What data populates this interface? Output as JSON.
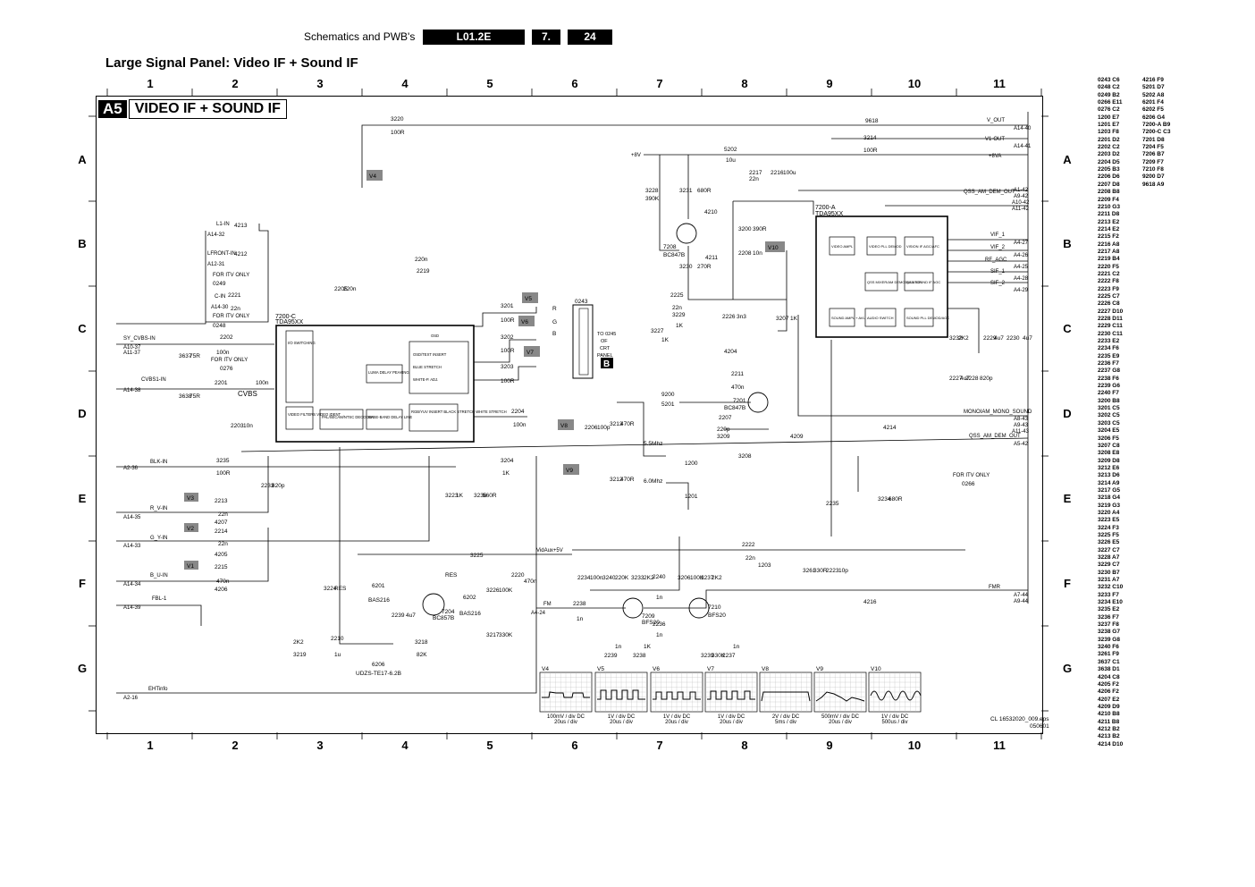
{
  "header": {
    "section": "Schematics and PWB's",
    "model": "L01.2E",
    "chapter": "7.",
    "page": "24"
  },
  "page_title": "Large Signal Panel: Video IF + Sound IF",
  "diagram": {
    "code": "A5",
    "title": "VIDEO IF + SOUND IF",
    "footer_ref": "CL 16532020_009.eps",
    "footer_date": "050601"
  },
  "grid": {
    "columns": [
      "1",
      "2",
      "3",
      "4",
      "5",
      "6",
      "7",
      "8",
      "9",
      "10",
      "11"
    ],
    "rows": [
      "A",
      "B",
      "C",
      "D",
      "E",
      "F",
      "G"
    ]
  },
  "ics": {
    "ic_7200c": {
      "ref": "7200-C",
      "type": "TDA95XX",
      "blocks": {
        "io": "I/O SWITCHING",
        "luma": "LUMA DELAY PEAKING",
        "osd": "OSD",
        "osdtext": "OSD/TEXT INSERT",
        "blue": "BLUE STRETCH",
        "white": "WHITE-P. ADJ.",
        "vfilters": "VIDEO FILTERS VIDEO IDENT",
        "pal": "PAL/SECAM/NTSC DECODER",
        "baseband": "BASE-BAND DELAY LINE",
        "rgb": "RGB/YUV INSERT BLACK STRETCH WHITE STRETCH"
      }
    },
    "ic_7200a": {
      "ref": "7200-A",
      "type": "TDA95XX",
      "blocks": {
        "vamp": "VIDEO AMPL",
        "vpll": "VIDEO PLL DEMOD",
        "vision": "VISION IF AGC/AFC",
        "qssdemod": "QSS MIXER/AM DEMODULATOR",
        "qssif": "QSS SOUND IF AGC",
        "sndampl": "SOUND AMPL + AVL",
        "audsw": "AUDIO SWITCH",
        "sndpll": "SOUND PLL DEMOD/AGC"
      }
    }
  },
  "components": {
    "r3220": "3220",
    "r3220v": "100R",
    "r9618": "9618",
    "r3214": "3214",
    "r3214v": "100R",
    "l5202": "5202",
    "l5202v": "10u",
    "c2217": "2217",
    "c2217v": "22n",
    "c2216": "2216",
    "c2216v": "100u",
    "r3228": "3228",
    "r3228v": "390K",
    "r3231": "3231",
    "r3231v": "680R",
    "x4210": "4210",
    "t7208": "7208",
    "t7208v": "BC847B",
    "x4211": "4211",
    "r3230": "3230",
    "r3230v": "270R",
    "r3200": "3200",
    "r3200v": "390R",
    "c2208": "2208",
    "c2208v": "10n",
    "c2225": "2225",
    "c2225v": "22n",
    "r3229": "3229",
    "r3229v": "1K",
    "r3227": "3227",
    "r3227v": "1K",
    "c2226": "2226",
    "c2226v": "3n3",
    "r3207": "3207",
    "r3207v": "1K",
    "x4204": "4204",
    "c2211": "2211",
    "c2211v": "470n",
    "x9200": "9200",
    "l5201": "5201",
    "t7201": "7201",
    "t7201v": "BC847B",
    "c2207": "2207",
    "c2207v": "220p",
    "r3209": "3209",
    "x4209": "4209",
    "x4214": "4214",
    "r3208": "3208",
    "f1200": "1200",
    "f1200v": "5.5Mhz",
    "f1201": "1201",
    "f1201v": "6.0Mhz",
    "c2206": "2206",
    "c2206v": "100p",
    "r3213": "3213",
    "r3213v": "470R",
    "r3212": "3212",
    "r3212v": "470R",
    "c2229": "2229",
    "c2229v": "4u7",
    "c2230": "2230",
    "c2230v": "4u7",
    "r3232": "3232",
    "r3232v": "2K2",
    "c2227": "2227",
    "c2227v": "4u7",
    "c2228": "2228",
    "c2228v": "820p",
    "r3234": "3234",
    "r3234v": "680R",
    "x0266": "0266",
    "c2235": "2235",
    "x4213": "4213",
    "x4212": "4212",
    "x0249": "0249",
    "c2221": "2221",
    "c2221v": "22n",
    "x0248": "0248",
    "r3637": "3637",
    "r3637v": "75R",
    "c2202": "2202",
    "c2202v": "100n",
    "x0276": "0276",
    "c2201": "2201",
    "c2201v": "100n",
    "r3638": "3638",
    "r3638v": "75R",
    "c2205": "2205",
    "c2205v": "220n",
    "c2219": "2219",
    "c2219v": "220n",
    "r3201": "3201",
    "r3201v": "100R",
    "r3202": "3202",
    "r3202v": "100R",
    "r3203": "3203",
    "r3203v": "100R",
    "x0243": "0243",
    "c2204": "2204",
    "c2204v": "100n",
    "c2203": "2203",
    "c2203v": "10n",
    "r3235": "3235",
    "r3235v": "100R",
    "r3204": "3204",
    "r3204v": "1K",
    "c2233": "2233",
    "c2233v": "820p",
    "r3223": "3223",
    "r3223v": "1K",
    "r3236": "3236",
    "r3236v": "560R",
    "c2213": "2213",
    "c2213v": "22n",
    "x4207": "4207",
    "c2214": "2214",
    "c2214v": "22n",
    "x4205": "4205",
    "c2215": "2215",
    "c2215v": "470n",
    "x4206": "4206",
    "r3225": "3225",
    "r3224": "3224",
    "r3224v": "RES",
    "r3226": "3226",
    "r3226v": "100K",
    "c2220": "2220",
    "c2220v": "470n",
    "d6201": "6201",
    "d6201v": "BAS216",
    "c2239b": "2239",
    "c2239bv": "4u7",
    "t7204": "7204",
    "t7204v": "BC857B",
    "d6202": "6202",
    "d6202v": "BAS216",
    "r3217": "3217",
    "r3217v": "330K",
    "r3219": "3219",
    "r3219v": "2K2",
    "c2210": "2210",
    "c2210v": "1u",
    "r3218": "3218",
    "r3218v": "82K",
    "d6206": "6206",
    "d6206v": "UDZS-TE17-6.2B",
    "c2234": "2234",
    "c2234v": "100n",
    "r3240": "3240",
    "r3240v": "220K",
    "r3233": "3233",
    "r3233v": "2K2",
    "t7209": "7209",
    "t7209v": "BFS20",
    "c2240": "2240",
    "c2240v": "1n",
    "c2236": "2236",
    "c2236v": "1n",
    "r3206": "3206",
    "r3206v": "100K",
    "r3237": "3237",
    "r3237v": "2K2",
    "t7210": "7210",
    "t7210v": "BFS20",
    "c2238": "2238",
    "c2238v": "1n",
    "c2239": "2239",
    "c2239v": "1n",
    "r3238": "3238",
    "r3238v": "1K",
    "r3239": "3239",
    "r3239v": "330K",
    "c2237": "2237",
    "c2237v": "1n",
    "c2222": "2222",
    "c2222v": "22n",
    "f1203": "1203",
    "r3261": "3261",
    "r3261v": "330R",
    "c2223": "2223",
    "c2223v": "10p",
    "x4216": "4216"
  },
  "nets": {
    "vout": "V_OUT",
    "a1440": "A14-40",
    "v1out": "V1-OUT",
    "a1441": "A14-41",
    "p8va": "+8VA",
    "p8v": "+8V",
    "qss_out": "QSS_AM_DEM_OUT",
    "a142": "A1-42",
    "a942": "A9-42",
    "a1042": "A10-42",
    "a1142": "A11-42",
    "vif1": "VIF_1",
    "vif2": "VIF_2",
    "rfagc": "RF_AGC",
    "sif1": "SIF_1",
    "sif2": "SIF_2",
    "a427": "A4-27",
    "a426": "A4-26",
    "a425": "A4-25",
    "a428": "A4-28",
    "a429": "A4-29",
    "mono": "MONOIAM_MONO_SOUND",
    "a843": "A8-43",
    "a943": "A9-43",
    "a1143": "A11-43",
    "qss_out2": "QSS_AM_DEM_OUT",
    "a542": "A5-42",
    "fmr": "FMR",
    "a744": "A7-44",
    "a944": "A9-44",
    "l1in": "L1-IN",
    "a1432": "A14-32",
    "lfront": "LFRONT-IN",
    "a1231": "A12-31",
    "cin": "C-IN",
    "a1430": "A14-30",
    "foritv": "FOR ITV ONLY",
    "sycvbs": "SY_CVBS-IN",
    "a1037": "A10-37",
    "a1137": "A11-37",
    "cvbs1": "CVBS1-IN",
    "a1438": "A14-38",
    "cvbs": "CVBS",
    "blkin": "BLK-IN",
    "a236": "A2-36",
    "rvin": "R_V-IN",
    "a1435": "A14-35",
    "gyin": "G_Y-IN",
    "a1433": "A14-33",
    "buin": "B_U-IN",
    "a1434": "A14-34",
    "fbl1": "FBL-1",
    "a1439": "A14-39",
    "ehtinfo": "EHTinfo",
    "a216": "A2-16",
    "res": "RES",
    "vidaux": "VidAux+5V",
    "fm": "FM",
    "a424": "A4-24",
    "r": "R",
    "g": "G",
    "b": "B",
    "to0245": "TO 0245",
    "of": "OF",
    "crt": "CRT",
    "panel": "PANEL",
    "panelb": "B"
  },
  "probe_points": [
    "V1",
    "V2",
    "V3",
    "V4",
    "V5",
    "V6",
    "V7",
    "V8",
    "V9",
    "V10"
  ],
  "scopes": [
    {
      "id": "V4",
      "settings": "100mV / div DC",
      "time": "20us / div"
    },
    {
      "id": "V5",
      "settings": "1V / div DC",
      "time": "20us / div"
    },
    {
      "id": "V6",
      "settings": "1V / div DC",
      "time": "20us / div"
    },
    {
      "id": "V7",
      "settings": "1V / div DC",
      "time": "20us / div"
    },
    {
      "id": "V8",
      "settings": "2V / div DC",
      "time": "5ms / div"
    },
    {
      "id": "V9",
      "settings": "500mV / div DC",
      "time": "20us / div"
    },
    {
      "id": "V10",
      "settings": "1V / div DC",
      "time": "500us / div"
    }
  ],
  "part_index": [
    "0243 C6",
    "0248 C2",
    "0249 B2",
    "0266 E11",
    "0276 C2",
    "1200 E7",
    "1201 E7",
    "1203 F8",
    "2201 D2",
    "2202 C2",
    "2203 D2",
    "2204 D5",
    "2205 B3",
    "2206 D6",
    "2207 D8",
    "2208 B8",
    "2209 F4",
    "2210 G3",
    "2211 D8",
    "2213 E2",
    "2214 E2",
    "2215 F2",
    "2216 A8",
    "2217 A8",
    "2219 B4",
    "2220 F5",
    "2221 C2",
    "2222 F8",
    "2223 F9",
    "2225 C7",
    "2226 C8",
    "2227 D10",
    "2228 D11",
    "2229 C11",
    "2230 C11",
    "2233 E2",
    "2234 F6",
    "2235 E9",
    "2236 F7",
    "2237 G8",
    "2238 F6",
    "2239 G6",
    "2240 F7",
    "3200 B8",
    "3201 C5",
    "3202 C5",
    "3203 C5",
    "3204 E5",
    "3206 F5",
    "3207 C8",
    "3208 E8",
    "3209 D8",
    "3212 E6",
    "3213 D6",
    "3214 A9",
    "3217 G5",
    "3218 G4",
    "3219 G3",
    "3220 A4",
    "3223 E5",
    "3224 F3",
    "3225 F5",
    "3226 E5",
    "3227 C7",
    "3228 A7",
    "3229 C7",
    "3230 B7",
    "3231 A7",
    "3232 C10",
    "3233 F7",
    "3234 E10",
    "3235 E2",
    "3236 F7",
    "3237 F8",
    "3238 G7",
    "3239 G8",
    "3240 F6",
    "3261 F9",
    "3637 C1",
    "3638 D1",
    "4204 C8",
    "4205 F2",
    "4206 F2",
    "4207 E2",
    "4209 D9",
    "4210 B8",
    "4211 B8",
    "4212 B2",
    "4213 B2",
    "4214 D10",
    "4216 F9",
    "5201 D7",
    "5202 A8",
    "6201 F4",
    "6202 F5",
    "6206 G4",
    "7200-A B9",
    "7200-C C3",
    "7201 D8",
    "7204 F5",
    "7206 B7",
    "7209 F7",
    "7210 F8",
    "9200 D7",
    "9618 A9"
  ]
}
